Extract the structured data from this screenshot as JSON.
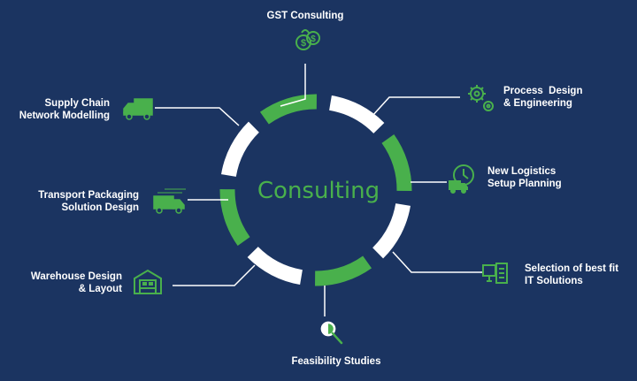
{
  "center_label": "Consulting",
  "colors": {
    "background": "#1b3461",
    "accent": "#49b04c",
    "ring_white": "#ffffff",
    "connector": "#ffffff"
  },
  "nodes": [
    {
      "id": "gst",
      "lines": [
        "GST Consulting"
      ],
      "icon": "money-coins-icon"
    },
    {
      "id": "process",
      "lines": [
        "Process  Design",
        "& Engineering"
      ],
      "icon": "gears-icon"
    },
    {
      "id": "logistics",
      "lines": [
        "New Logistics",
        "Setup Planning"
      ],
      "icon": "clock-truck-icon"
    },
    {
      "id": "it",
      "lines": [
        "Selection of best fit",
        "IT Solutions"
      ],
      "icon": "computer-checklist-icon"
    },
    {
      "id": "feasibility",
      "lines": [
        "Feasibility Studies"
      ],
      "icon": "magnifier-icon"
    },
    {
      "id": "warehouse",
      "lines": [
        "Warehouse Design",
        "& Layout"
      ],
      "icon": "warehouse-icon"
    },
    {
      "id": "transport",
      "lines": [
        "Transport Packaging",
        "Solution Design"
      ],
      "icon": "delivery-van-icon"
    },
    {
      "id": "supplychain",
      "lines": [
        "Supply Chain",
        "Network Modelling"
      ],
      "icon": "truck-icon"
    }
  ]
}
